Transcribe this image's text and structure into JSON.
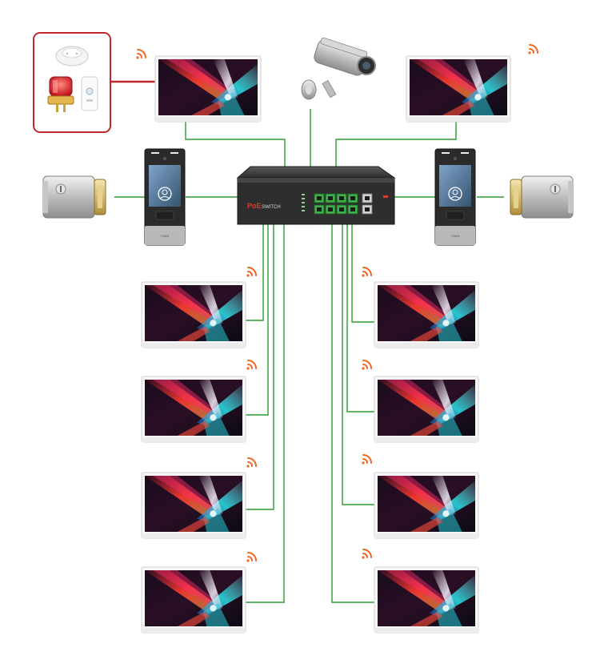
{
  "colors": {
    "wire": "#2e9a2e",
    "wifi": "#f26522",
    "accessory_border": "#c0282d",
    "accessory_link": "#c0282d",
    "panel_body": "#2b2b2b",
    "switch_body": "#3a3a3a",
    "switch_port": "#3fae49"
  },
  "switch": {
    "brand_label": "PoE",
    "model_label": "SWITCH",
    "port_count": 8,
    "uplink_count": 2
  },
  "door_panels": {
    "footer_label": "TIMIN"
  },
  "icons": {
    "wifi": "wifi-icon",
    "camera": "cctv-camera-icon",
    "lock": "electric-lock-icon",
    "smoke": "smoke-detector-icon",
    "alarm": "alarm-light-icon",
    "sensor": "door-sensor-icon",
    "face": "face-recognition-icon"
  },
  "monitors": {
    "top_count": 2,
    "left_column_count": 4,
    "right_column_count": 4
  }
}
